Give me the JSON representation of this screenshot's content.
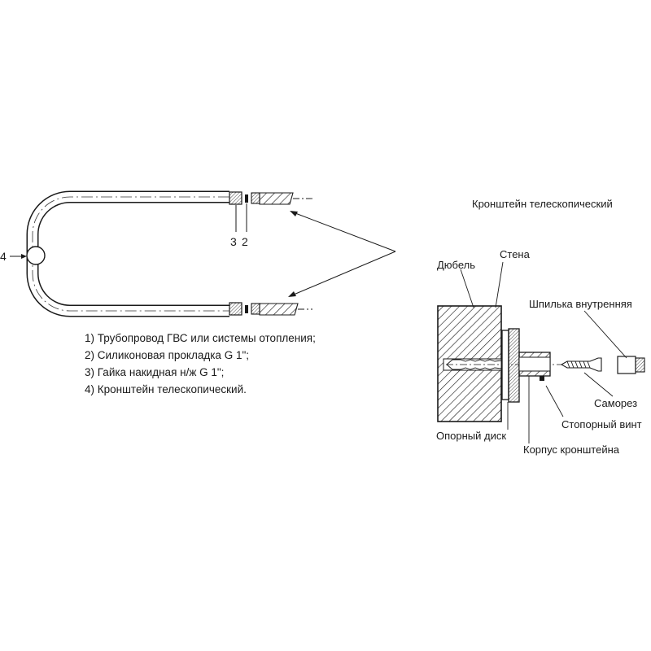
{
  "legend": [
    "1) Трубопровод ГВС или системы отопления;",
    "2) Силиконовая прокладка G 1\";",
    "3) Гайка накидная н/ж G 1\";",
    "4) Кронштейн телескопический."
  ],
  "callouts": {
    "n2": "2",
    "n3": "3",
    "n4": "4"
  },
  "bracket": {
    "title": "Кронштейн телескопический",
    "parts": {
      "dowel": "Дюбель",
      "wall": "Стена",
      "inner_stud": "Шпилька внутренняя",
      "screw": "Саморез",
      "set_screw": "Стопорный винт",
      "support_disc": "Опорный диск",
      "body": "Корпус кронштейна"
    }
  }
}
